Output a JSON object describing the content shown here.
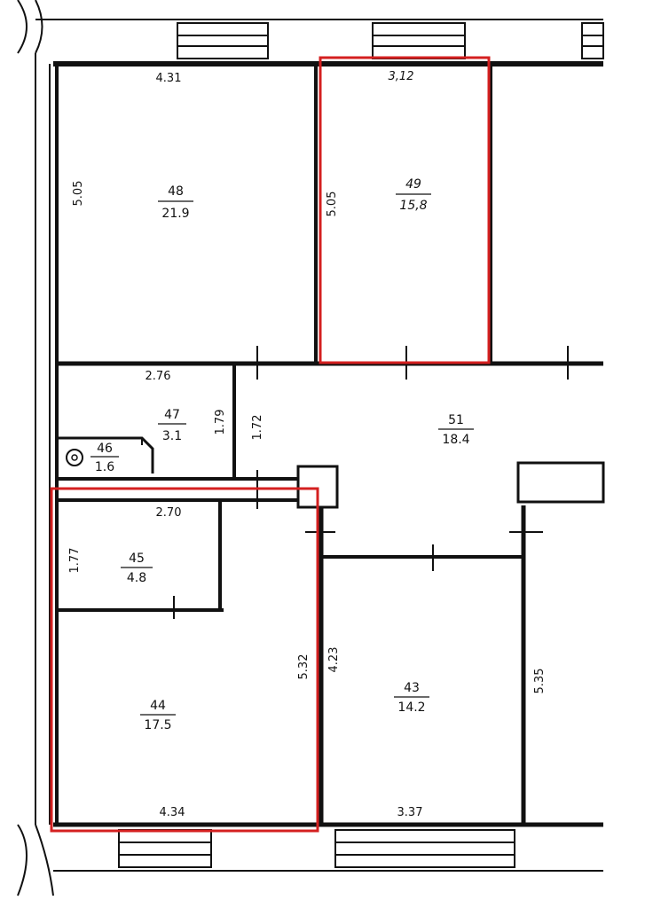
{
  "rooms": [
    {
      "id": "48",
      "area": "21.9"
    },
    {
      "id": "49",
      "area": "15,8"
    },
    {
      "id": "47",
      "area": "3.1"
    },
    {
      "id": "51",
      "area": "18.4"
    },
    {
      "id": "46",
      "area": "1.6"
    },
    {
      "id": "45",
      "area": "4.8"
    },
    {
      "id": "44",
      "area": "17.5"
    },
    {
      "id": "43",
      "area": "14.2"
    }
  ],
  "dimensions": {
    "top_48": "4.31",
    "top_49": "3,12",
    "side_48": "5.05",
    "side_49": "5.05",
    "top_47": "2.76",
    "side_47_a": "1.79",
    "side_47_b": "1.72",
    "top_45": "2.70",
    "side_45": "1.77",
    "side_44": "5.32",
    "side_43": "4.23",
    "bottom_44": "4.34",
    "bottom_43": "3.37",
    "side_right": "5.35"
  },
  "highlight_color": "#d42020"
}
